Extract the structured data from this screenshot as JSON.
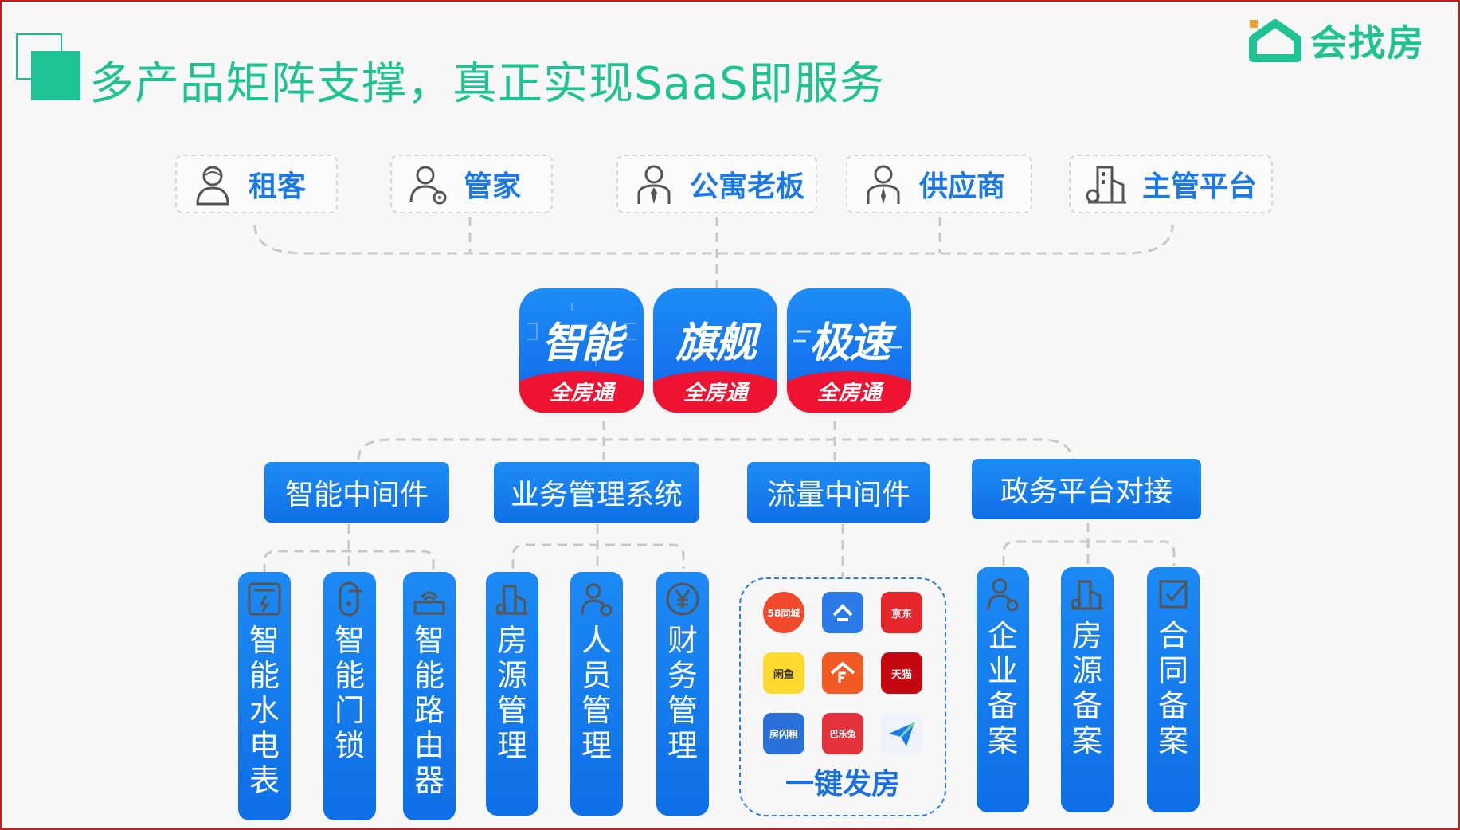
{
  "title": "多产品矩阵支撑，真正实现SaaS即服务",
  "logo": {
    "text": "会找房",
    "icon": "house-logo-icon",
    "color": "#1fc393"
  },
  "roles": [
    {
      "label": "租客",
      "icon": "user-icon"
    },
    {
      "label": "管家",
      "icon": "user-gear-icon"
    },
    {
      "label": "公寓老板",
      "icon": "boss-icon"
    },
    {
      "label": "供应商",
      "icon": "supplier-icon"
    },
    {
      "label": "主管平台",
      "icon": "building-icon"
    }
  ],
  "apps": [
    {
      "title": "智能",
      "subtitle": "全房通"
    },
    {
      "title": "旗舰",
      "subtitle": "全房通"
    },
    {
      "title": "极速",
      "subtitle": "全房通"
    }
  ],
  "categories": [
    {
      "label": "智能中间件",
      "items": [
        {
          "label": "智能水电表",
          "icon": "meter-icon"
        },
        {
          "label": "智能门锁",
          "icon": "door-lock-icon"
        },
        {
          "label": "智能路由器",
          "icon": "router-icon"
        }
      ]
    },
    {
      "label": "业务管理系统",
      "items": [
        {
          "label": "房源管理",
          "icon": "building-icon"
        },
        {
          "label": "人员管理",
          "icon": "user-gear-icon"
        },
        {
          "label": "财务管理",
          "icon": "yen-icon"
        }
      ]
    },
    {
      "label": "流量中间件",
      "platforms_label": "一键发房",
      "platforms": [
        {
          "text": "58同城",
          "bg": "#f04a2a"
        },
        {
          "text": "",
          "bg": "#2b7be8"
        },
        {
          "text": "京东",
          "bg": "#e6262d"
        },
        {
          "text": "闲鱼",
          "bg": "#ffda2e"
        },
        {
          "text": "",
          "bg": "#f25a23"
        },
        {
          "text": "天猫",
          "bg": "#c4080f"
        },
        {
          "text": "房闪租",
          "bg": "#2b6fd8"
        },
        {
          "text": "巴乐兔",
          "bg": "#e3323c"
        },
        {
          "text": "",
          "bg": "#eef3fb"
        }
      ]
    },
    {
      "label": "政务平台对接",
      "items": [
        {
          "label": "企业备案",
          "icon": "user-gear-icon"
        },
        {
          "label": "房源备案",
          "icon": "building-icon"
        },
        {
          "label": "合同备案",
          "icon": "checkbox-icon"
        }
      ]
    }
  ],
  "colors": {
    "accent": "#1fc393",
    "blue": "#1a78e8",
    "red": "#ee1330",
    "frame": "#c21f1f"
  }
}
